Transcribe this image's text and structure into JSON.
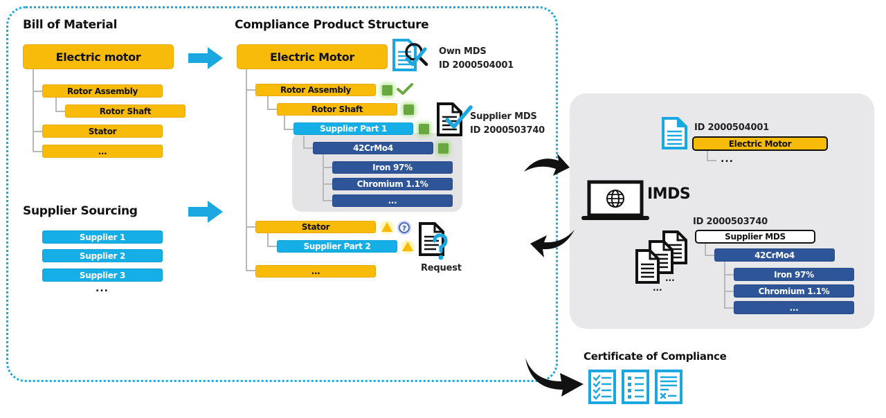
{
  "colors": {
    "orange": "#f9bb0a",
    "cyan": "#16aee6",
    "navy": "#2e5597",
    "status_green": "#69a840",
    "warning_yellow": "#f9bb0a",
    "question_blue": "#2e5597",
    "frame_dotted": "#1ba8e0",
    "panel_gray": "#e8e8ea"
  },
  "bom": {
    "title": "Bill of Material",
    "root": "Electric motor",
    "items": [
      "Rotor Assembly",
      "Rotor Shaft",
      "Stator",
      "..."
    ]
  },
  "supplier_sourcing": {
    "title": "Supplier Sourcing",
    "suppliers": [
      "Supplier 1",
      "Supplier 2",
      "Supplier 3"
    ],
    "more": "..."
  },
  "compliance": {
    "title": "Compliance Product Structure",
    "root": "Electric Motor",
    "own_mds": {
      "label": "Own MDS",
      "id": "ID 2000504001",
      "icon": "document-search-check-icon"
    },
    "supplier_mds": {
      "label": "Supplier MDS",
      "id": "ID 2000503740",
      "icon": "document-check-icon"
    },
    "request": {
      "label": "Request",
      "icon": "document-question-icon"
    },
    "items": {
      "rotor_assembly": {
        "label": "Rotor Assembly",
        "status": "compliant"
      },
      "rotor_shaft": {
        "label": "Rotor Shaft",
        "status": "compliant"
      },
      "supplier_part_1": {
        "label": "Supplier Part 1",
        "status": "compliant"
      },
      "material": {
        "label": "42CrMo4",
        "status": "compliant"
      },
      "substances": [
        "Iron 97%",
        "Chromium 1.1%",
        "..."
      ],
      "stator": {
        "label": "Stator",
        "status": "warning"
      },
      "supplier_part_2": {
        "label": "Supplier Part 2",
        "status": "warning"
      },
      "more": "..."
    }
  },
  "imds": {
    "title": "IMDS",
    "own_record": {
      "id": "ID 2000504001",
      "root": "Electric Motor",
      "more": "..."
    },
    "supplier_record": {
      "id": "ID 2000503740",
      "root": "Supplier MDS",
      "material": "42CrMo4",
      "substances": [
        "Iron 97%",
        "Chromium 1.1%",
        "..."
      ],
      "more": "..."
    }
  },
  "certificate": {
    "title": "Certificate of Compliance"
  }
}
